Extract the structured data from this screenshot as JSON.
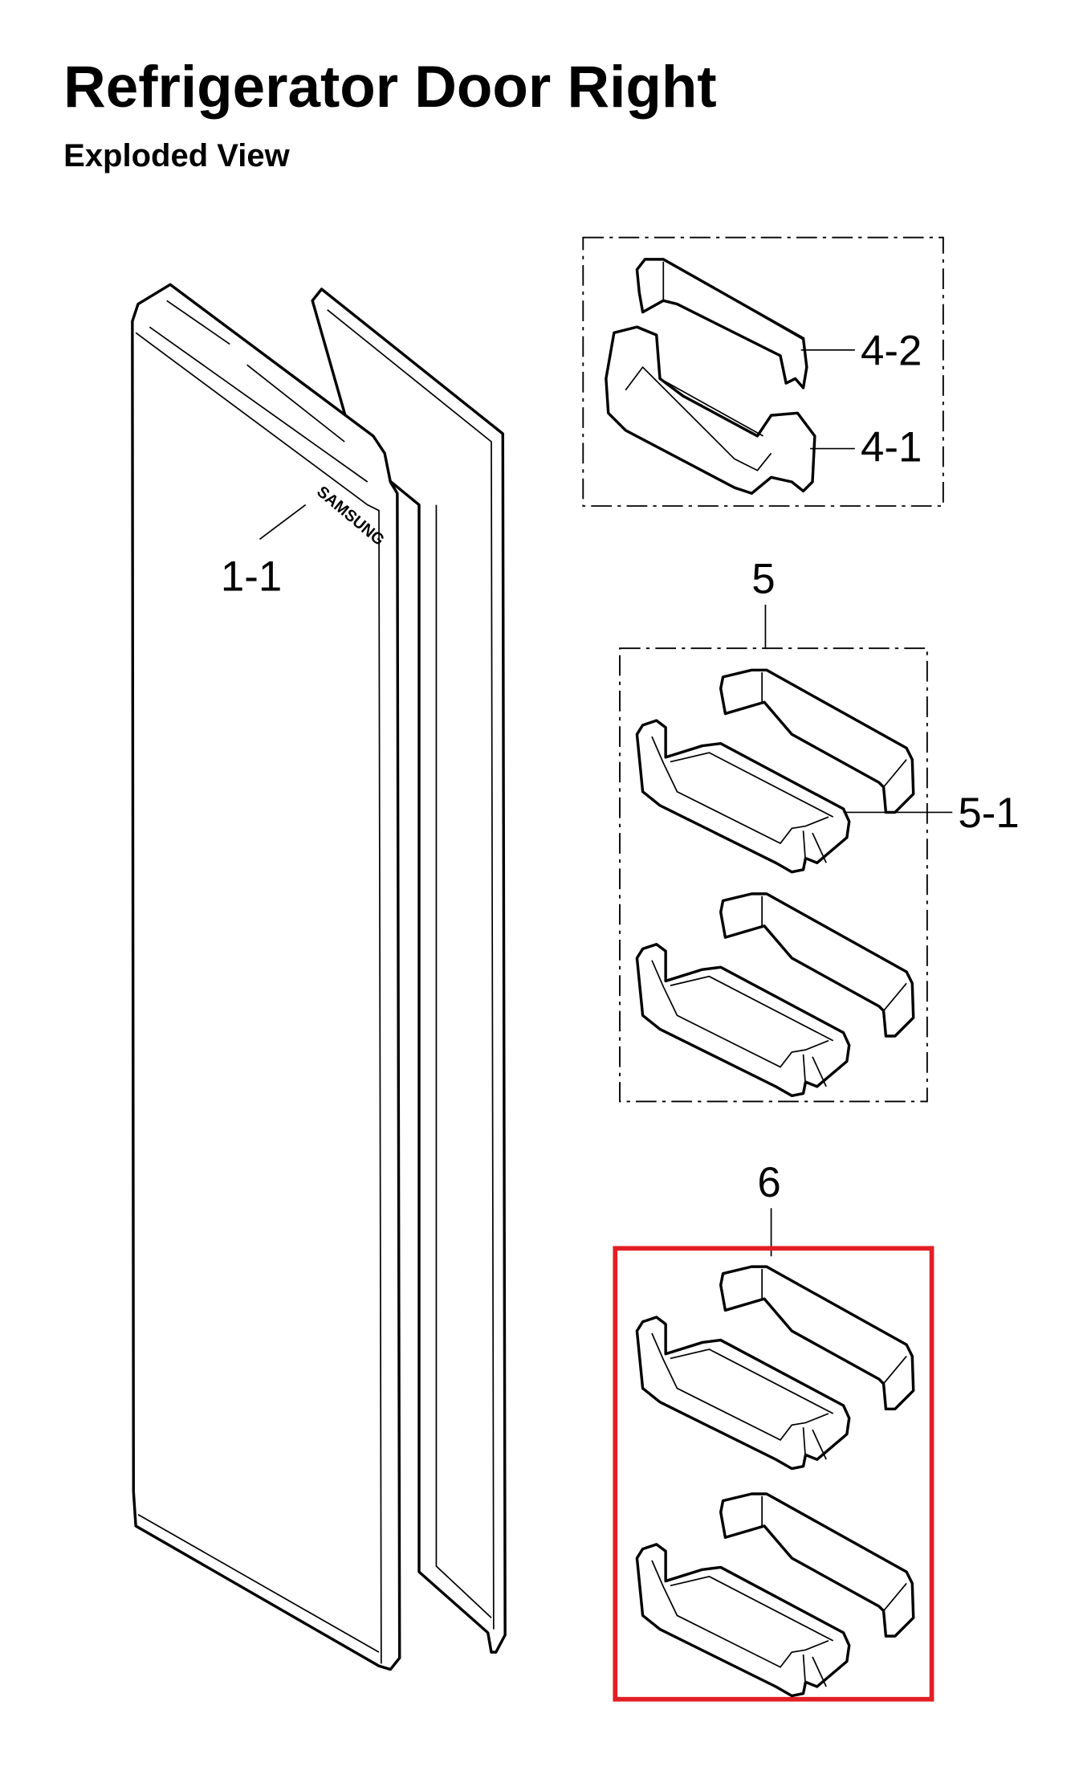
{
  "header": {
    "title": "Refrigerator Door Right",
    "subtitle": "Exploded View"
  },
  "diagram": {
    "brand_logo_text": "SAMSUNG",
    "callouts": {
      "door": "1-1",
      "guard_cover": "4-2",
      "guard_bin": "4-1",
      "group5": "5",
      "bin5_1": "5-1",
      "group6": "6"
    },
    "highlight_color": "#e31e24"
  }
}
